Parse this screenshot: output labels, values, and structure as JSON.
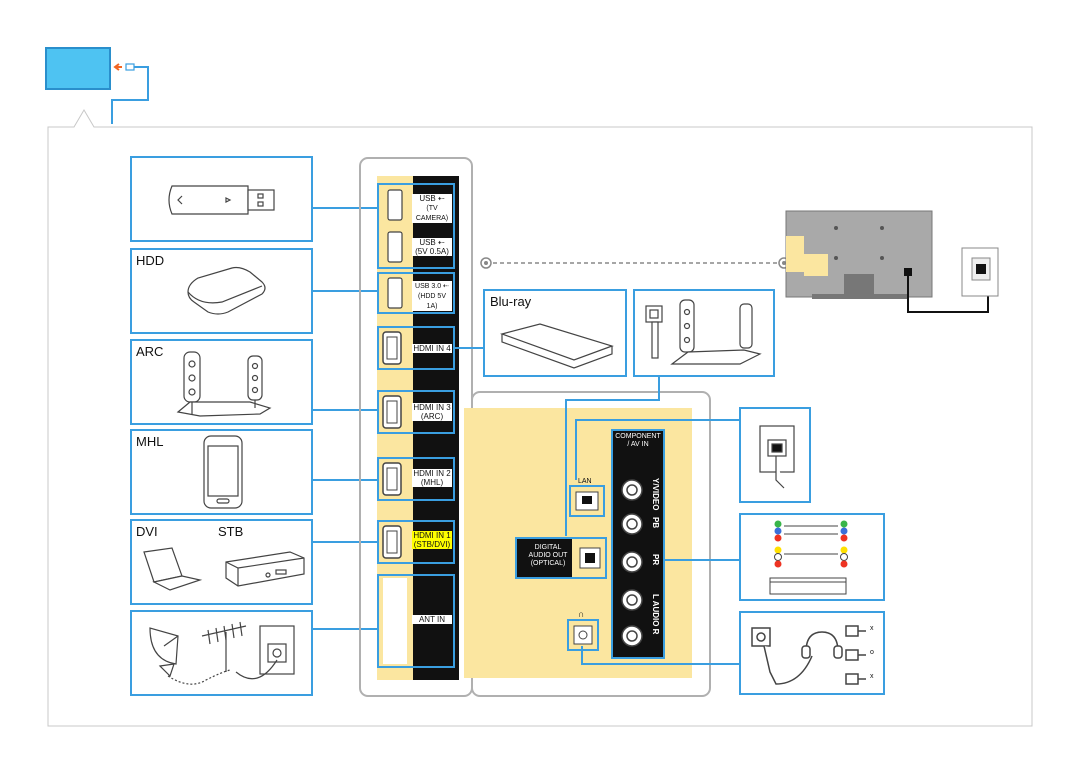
{
  "devices": {
    "usb_stick": "",
    "hdd": "HDD",
    "arc": "ARC",
    "mhl": "MHL",
    "dvi": "DVI",
    "stb": "STB",
    "bluray": "Blu-ray"
  },
  "ports": {
    "usb1": {
      "line1": "USB ⇠",
      "line2": "(TV CAMERA)"
    },
    "usb2": {
      "line1": "USB ⇠",
      "line2": "(5V 0.5A)"
    },
    "usb3": {
      "line1": "USB 3.0 ⇠",
      "line2": "(HDD 5V 1A)"
    },
    "hdmi4": {
      "line1": "HDMI IN 4",
      "line2": ""
    },
    "hdmi3": {
      "line1": "HDMI IN 3",
      "line2": "(ARC)"
    },
    "hdmi2": {
      "line1": "HDMI IN 2",
      "line2": "(MHL)"
    },
    "hdmi1": {
      "line1": "HDMI IN 1",
      "line2": "(STB/DVI)"
    },
    "ant": {
      "line1": "ANT IN",
      "line2": ""
    }
  },
  "rear": {
    "lan": "LAN",
    "optical": [
      "DIGITAL",
      "AUDIO OUT",
      "(OPTICAL)"
    ],
    "component_title": [
      "COMPONENT",
      "/ AV IN"
    ],
    "video_label": "Y/VIDEO",
    "pb_label": "PB",
    "pr_label": "PR",
    "audio_label": "L AUDIO R",
    "headphone_symbol": "∩"
  },
  "headphone_plugs": [
    "x",
    "o",
    "x"
  ],
  "colors": {
    "accent_blue": "#3a9ee0",
    "panel_yellow": "#fbe6a0",
    "port_black": "#111111",
    "highlight": "#ffff00",
    "tv_gray": "#a9a9a9",
    "tv_body": "#c9c9c9"
  }
}
